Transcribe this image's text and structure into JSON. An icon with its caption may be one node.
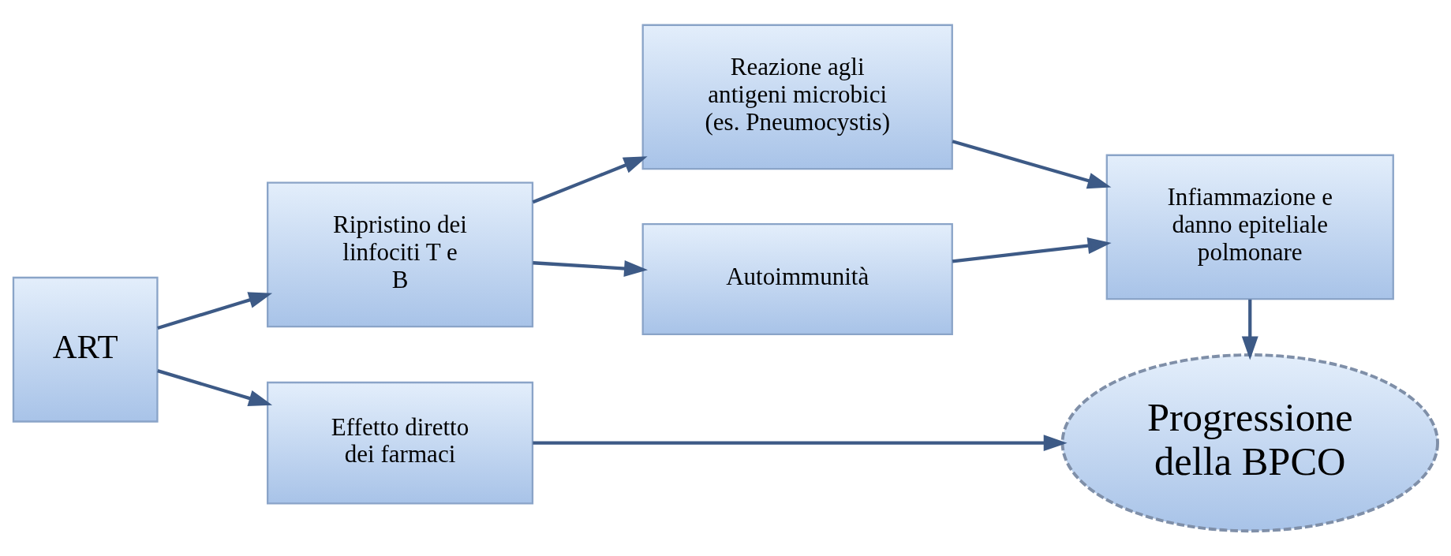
{
  "diagram": {
    "nodes": [
      {
        "text": [
          "ART"
        ]
      },
      {
        "text": [
          "Effetto diretto dei farmaci"
        ]
      },
      {
        "text": [
          "Ripristino dei linfociti T e B"
        ]
      },
      {
        "text": [
          "Reazione agli antigeni microbici (es. Pneumocystis)"
        ]
      },
      {
        "text": [
          "Autoimmunità"
        ]
      },
      {
        "text": [
          "Infiammazione e danno epiteliale polmonare"
        ]
      },
      {
        "text": [
          "Progressione della BPCO"
        ]
      }
    ],
    "edges": [
      {
        "from": 0,
        "to": 1,
        "arrow": "to"
      },
      {
        "from": 0,
        "to": 2,
        "arrow": "to"
      },
      {
        "from": 1,
        "to": 6,
        "arrow": "to"
      },
      {
        "from": 2,
        "to": 3,
        "arrow": "to"
      },
      {
        "from": 2,
        "to": 4,
        "arrow": "to"
      },
      {
        "from": 3,
        "to": 5,
        "arrow": "to"
      },
      {
        "from": 4,
        "to": 5,
        "arrow": "to"
      },
      {
        "from": 5,
        "to": 6,
        "arrow": "to"
      }
    ]
  }
}
